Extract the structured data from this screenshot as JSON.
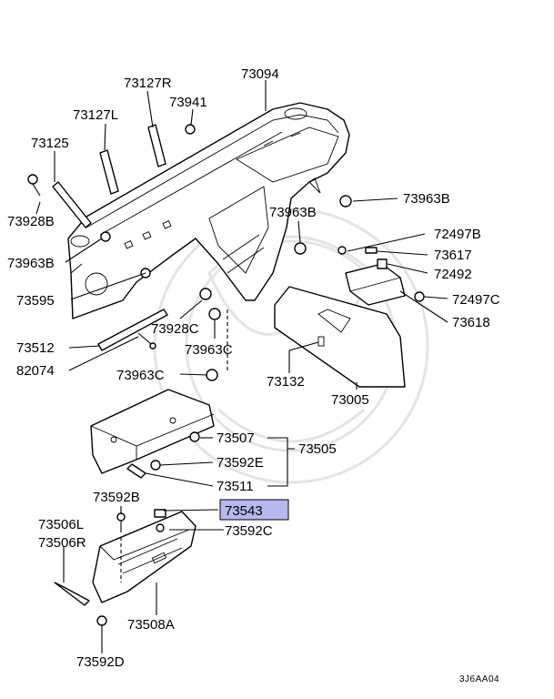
{
  "highlight_color": "#b7b9ee",
  "diagram_code": "3J6AA04",
  "parts": {
    "p73094": "73094",
    "p73127R": "73127R",
    "p73941": "73941",
    "p73127L": "73127L",
    "p73125": "73125",
    "p73963B_1": "73963B",
    "p73928B": "73928B",
    "p73963B_2": "73963B",
    "p73963B_3": "73963B",
    "p72497B": "72497B",
    "p73617": "73617",
    "p72492": "72492",
    "p72497C": "72497C",
    "p73618": "73618",
    "p73595": "73595",
    "p73928C": "73928C",
    "p73963C_1": "73963C",
    "p73512": "73512",
    "p82074": "82074",
    "p73963C_2": "73963C",
    "p73132": "73132",
    "p73005": "73005",
    "p73507": "73507",
    "p73505": "73505",
    "p73592E": "73592E",
    "p73511": "73511",
    "p73592B": "73592B",
    "p73543": "73543",
    "p73506L": "73506L",
    "p73506R": "73506R",
    "p73592C": "73592C",
    "p73508A": "73508A",
    "p73592D": "73592D"
  }
}
